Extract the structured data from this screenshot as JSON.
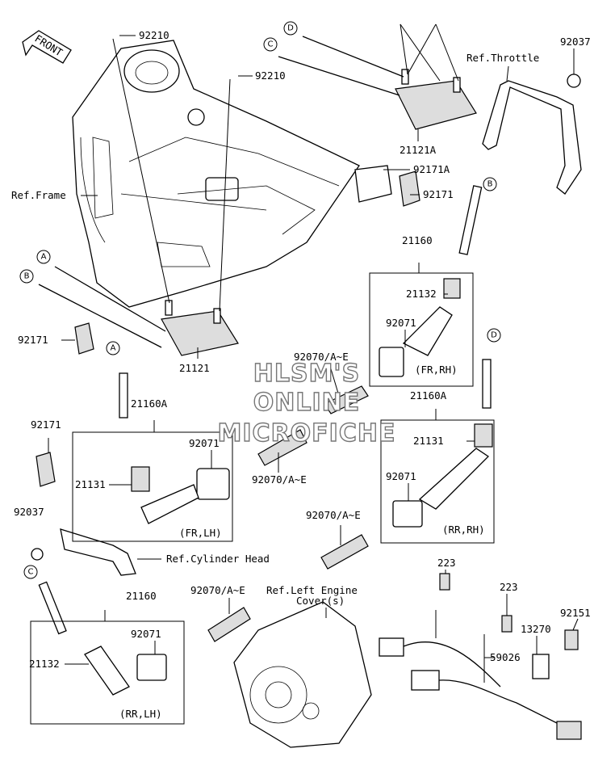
{
  "front_badge": "FRONT",
  "watermark": [
    "HLSM'S",
    "ONLINE",
    "MICROFICHE"
  ],
  "callouts": {
    "a1": "A",
    "a2": "A",
    "b1": "B",
    "b2": "B",
    "c1": "C",
    "c2": "C",
    "d1": "D",
    "d2": "D"
  },
  "labels": {
    "p92210_top": "92210",
    "p92210_mid": "92210",
    "p92037_top": "92037",
    "ref_throttle": "Ref.Throttle",
    "ref_frame": "Ref.Frame",
    "p21121A": "21121A",
    "p92171A": "92171A",
    "p92171_right": "92171",
    "p21160_top": "21160",
    "p21132_top": "21132",
    "p92071_top": "92071",
    "fr_rh": "(FR,RH)",
    "p92171_left": "92171",
    "p92070_a": "92070/A~E",
    "p21121": "21121",
    "p21160A_left": "21160A",
    "p21160A_right": "21160A",
    "p92171_left2": "92171",
    "p92071_left": "92071",
    "p21131_left": "21131",
    "p92070_b": "92070/A~E",
    "p21131_right": "21131",
    "fr_lh": "(FR,LH)",
    "p92071_right": "92071",
    "p92037_left": "92037",
    "p92070_c": "92070/A~E",
    "rr_rh": "(RR,RH)",
    "ref_cyl_head": "Ref.Cylinder Head",
    "p223_a": "223",
    "p223_b": "223",
    "p92070_d": "92070/A~E",
    "ref_left_engine": "Ref.Left Engine",
    "cover_s": "Cover(s)",
    "p21160_bottom": "21160",
    "p92151": "92151",
    "p13270": "13270",
    "p92071_bottom": "92071",
    "p59026": "59026",
    "p21132_bottom": "21132",
    "rr_lh": "(RR,LH)"
  }
}
